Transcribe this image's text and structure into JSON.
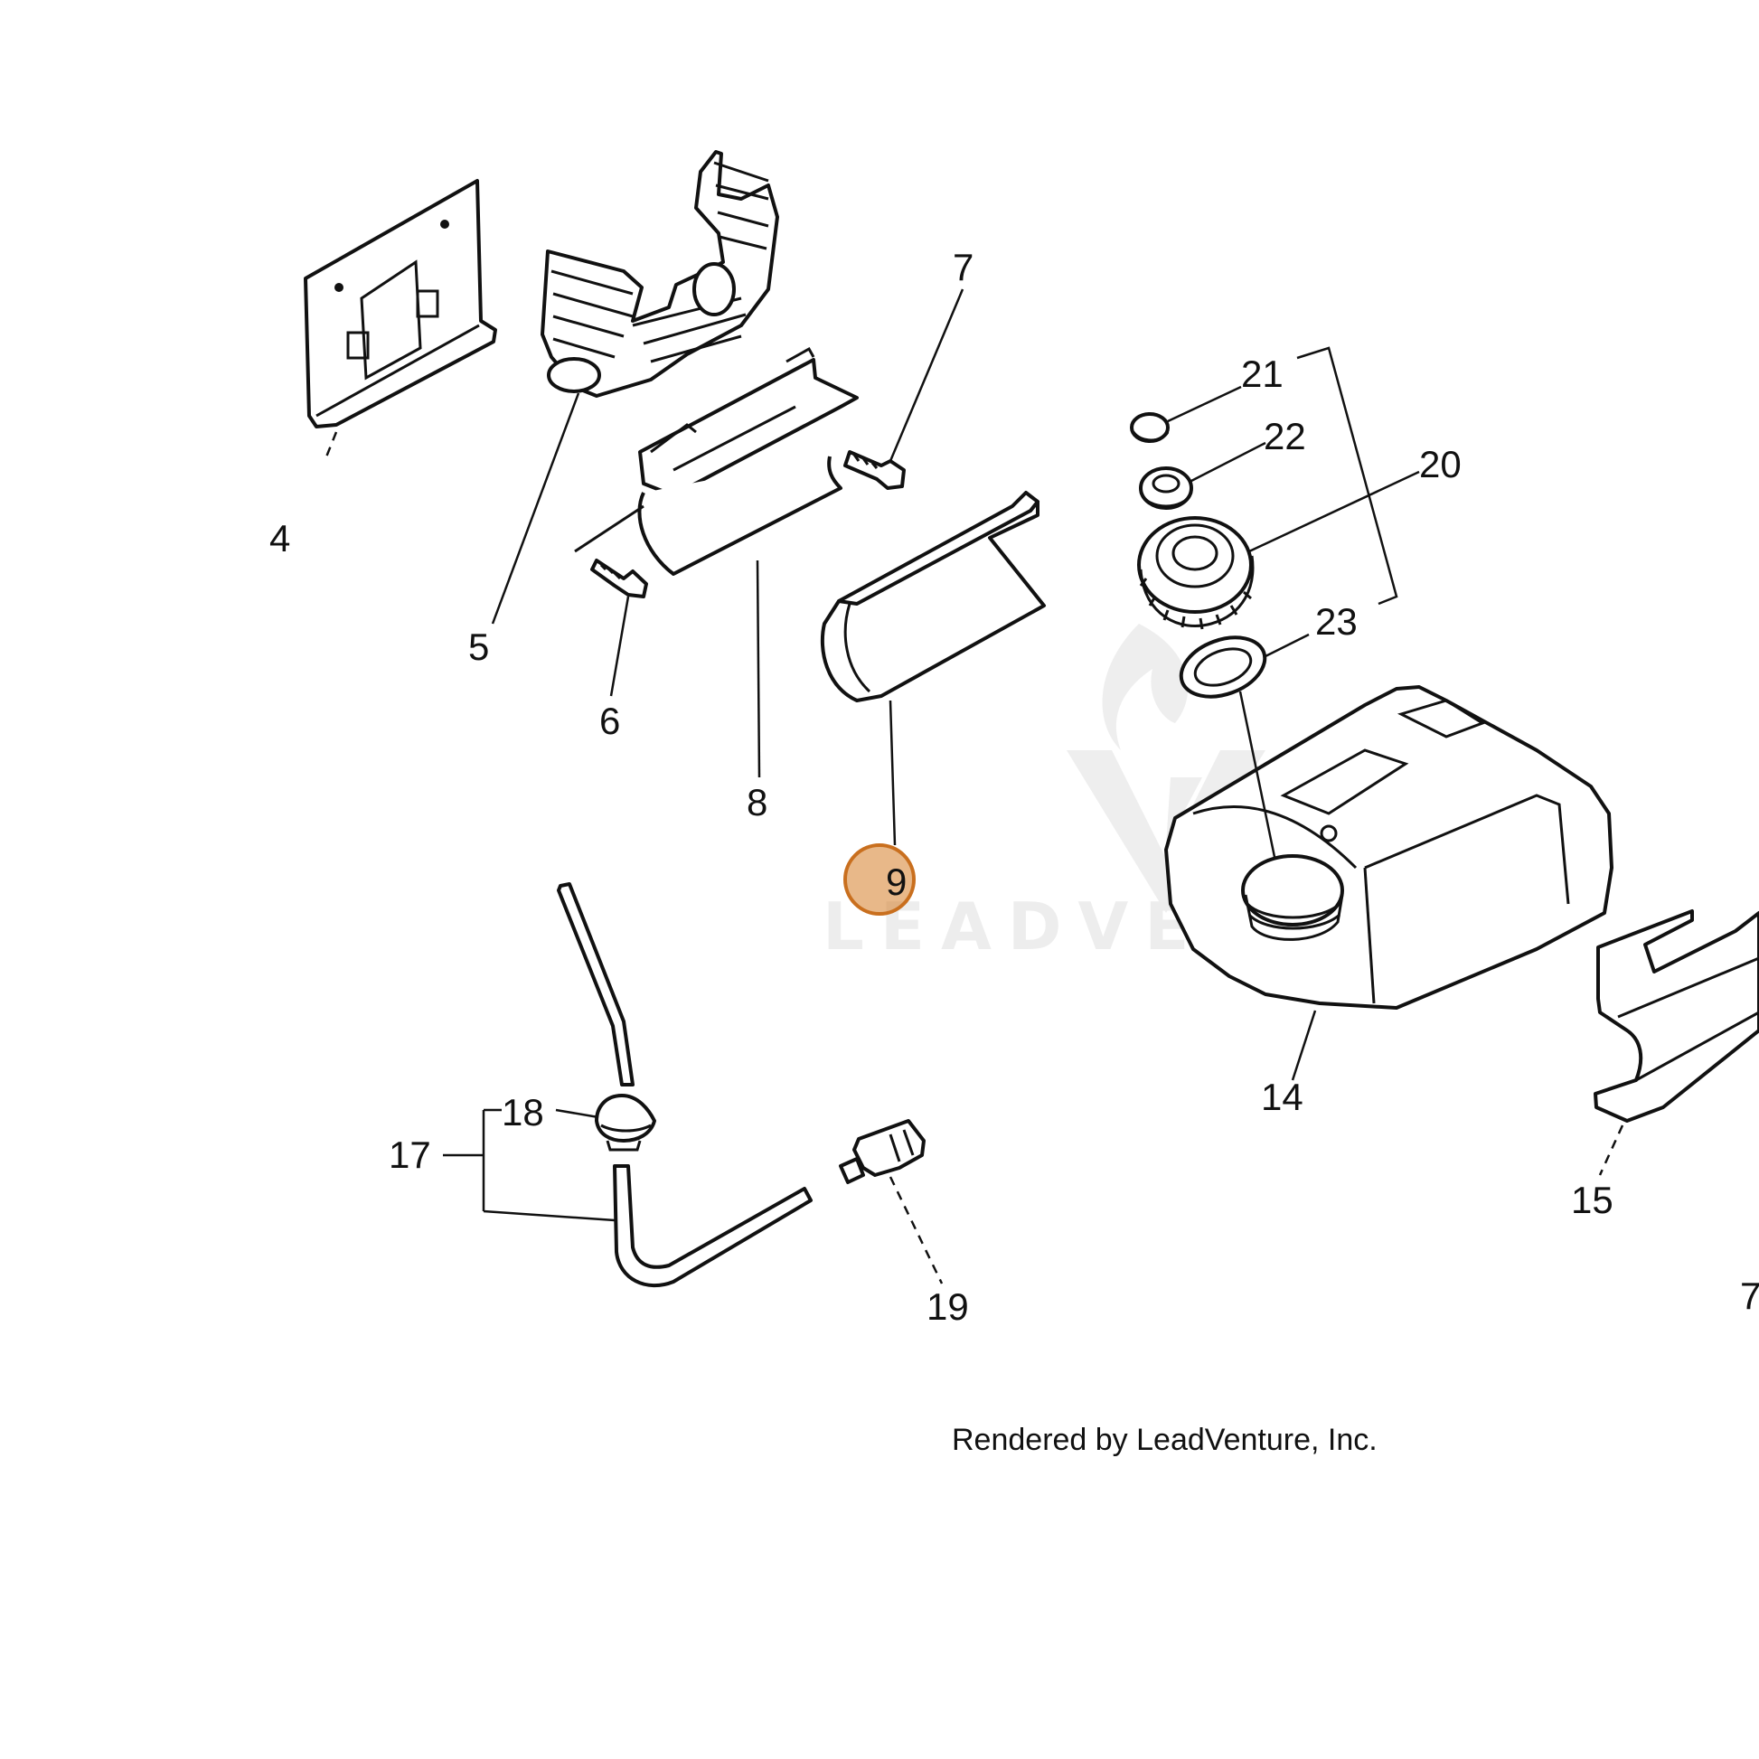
{
  "callouts": {
    "c4": "4",
    "c5": "5",
    "c6": "6",
    "c7": "7",
    "c8": "8",
    "c9": "9",
    "c14": "14",
    "c15": "15",
    "c17": "17",
    "c18": "18",
    "c19": "19",
    "c20": "20",
    "c21": "21",
    "c22": "22",
    "c23": "23",
    "c7_edge": "7"
  },
  "highlighted_callout": "9",
  "highlight_color": "#d67e28",
  "watermark": "LEADVENTURE",
  "credit": "Rendered by LeadVenture, Inc."
}
